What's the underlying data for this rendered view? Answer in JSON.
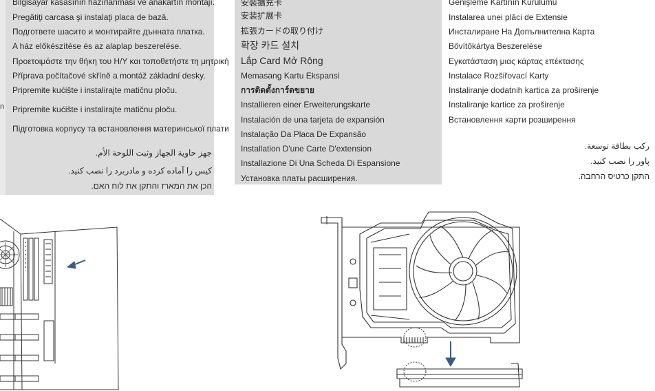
{
  "left_column": {
    "lines": [
      "Bilgisayar kasasının hazırlanması ve anakartın montajı.",
      "Pregătiţi carcasa şi instalaţi placa de bază.",
      "Подгответе шасито и монтирайте дънната платка.",
      "A ház előkészítése és az alaplap beszerelése.",
      "Προετοιμάστε την θήκη του Η/Υ και τοποθετήστε τη μητρική",
      "Příprava počítačové skříně a montáž základní desky.",
      "Pripremite kućište i instalirajte matičnu ploču.",
      "Pripremite kućište i instalirajte matičnu ploču.",
      "Підготовка корпусу та встановлення материнської плати"
    ],
    "rtl_lines": [
      "جهز حاوية الجهاز وثبت اللوحة الأم.",
      "کیس را آماده کرده و مادربرد را نصب کنید.",
      "הכן את המארז והתקן את לוח האם."
    ]
  },
  "middle_column": {
    "lines": [
      "安裝擴充卡",
      "安装扩展卡",
      "拡張カードの取り付け",
      "확장 카드 설치",
      "Lắp Card Mở Rộng",
      "Memasang Kartu Ekspansi",
      "การติดตั้งการ์ดขยาย",
      "Installieren einer Erweiterungskarte",
      "Instalación de una tarjeta de expansión",
      "Instalação Da Placa De Expansão",
      "Installation D'une Carte D'extension",
      "Installazione Di Una Scheda Di Espansione",
      "Установка платы расширения."
    ]
  },
  "right_column": {
    "lines": [
      "Genişleme Kartının Kurulumu",
      "Instalarea unei plăci de Extensie",
      "Инсталиране На Допълнителна Карта",
      "Bővítőkártya Beszerelése",
      "Εγκατάσταση μιας κάρτας επέκτασης",
      "Instalace Rozšiřovací Karty",
      "Instaliranje dodatnih kartica za proširenje",
      "Instaliranje kartice za proširenje",
      "Встановлення карти розширення"
    ],
    "rtl_lines": [
      "ركب بطاقة توسعة.",
      "پاور را نصب کنید.",
      "התקן כרטיס הרחבה."
    ]
  },
  "edge_mark": "n"
}
